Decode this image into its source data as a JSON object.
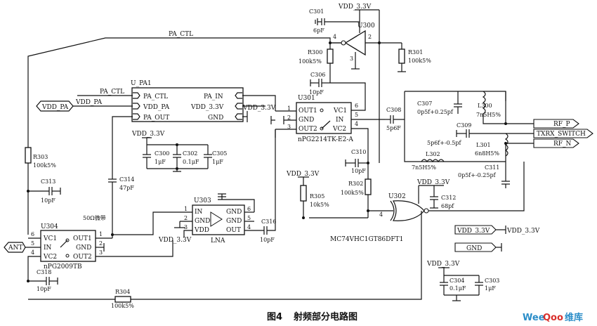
{
  "caption": {
    "figure": "图4",
    "title": "射频部分电路图"
  },
  "watermark": {
    "brand_a": "Wee",
    "brand_b": "Qoo",
    "suffix": "维库"
  },
  "nets": {
    "pa_ctl_top": "PA_CTL",
    "pa_ctl": "PA_CTL",
    "vdd_pa": "VDD_PA",
    "vdd_pa_pin": "VDD_PA",
    "vdd_3v3_a": "VDD_3.3V",
    "vdd_3v3_b": "VDD_3.3V",
    "vdd_3v3_c": "VDD_3.3V",
    "vdd_3v3_d": "VDD_3.3V",
    "vdd_3v3_e": "VDD_3.3V",
    "vdd_3v3_f": "VDD_3.3V",
    "vdd_3v3_g": "VDD_3.3V",
    "vdd_3v3_h": "VDD_3.3V",
    "vdd_3v3_i": "VDD_3.3V",
    "rf_p": "RF_P",
    "txrx_switch": "TXRX_SWITCH",
    "rf_n": "RF_N",
    "ant": "ANT",
    "gnd": "GND",
    "ohm50": "50Ω微带"
  },
  "u_pa": {
    "ref": "U_PA1",
    "pins": {
      "pa_ctl": "PA_CTL",
      "vdd_pa": "VDD_PA",
      "pa_out": "PA_OUT",
      "pa_in": "PA_IN",
      "vdd_3v3": "VDD_3.3V",
      "gnd": "GND"
    }
  },
  "u300": {
    "ref": "U300",
    "pin4": "4",
    "pin2": "2",
    "pin3": "3"
  },
  "u301": {
    "ref": "U301",
    "part": "nPG2214TK-E2-A",
    "pins": {
      "out1": "OUT1",
      "gnd": "GND",
      "out2": "OUT2",
      "vc1": "VC1",
      "in": "IN",
      "vc2": "VC2"
    },
    "nums": {
      "p1": "1",
      "p2": "2",
      "p3": "3",
      "p6": "6",
      "p5": "5",
      "p4": "4"
    }
  },
  "u302": {
    "ref": "U302",
    "part": "MC74VHC1GT86DFT1",
    "pin4": "4"
  },
  "u303": {
    "ref": "U303",
    "part": "LNA",
    "pins": {
      "in": "IN",
      "gnd2": "GND",
      "gnd3": "GND",
      "vdd": "VDD",
      "gnd5": "GND",
      "out": "OUT"
    },
    "nums": {
      "p1": "1",
      "p2": "2",
      "p3": "3",
      "p4": "4",
      "p5": "5",
      "p6": "6"
    }
  },
  "u304": {
    "ref": "U304",
    "part": "nPG2009TB",
    "pins": {
      "vc1": "VC1",
      "in": "IN",
      "vc2": "VC2",
      "out1": "OUT1",
      "gnd": "GND",
      "out2": "OUT2"
    },
    "nums": {
      "p6": "6",
      "p5": "5",
      "p4": "4",
      "p1": "1",
      "p2": "2",
      "p3": "3"
    }
  },
  "passives": {
    "c301": {
      "ref": "C301",
      "value": "6pF"
    },
    "r300": {
      "ref": "R300",
      "value": "100k5%"
    },
    "r301": {
      "ref": "R301",
      "value": "100k5%"
    },
    "c306": {
      "ref": "C306",
      "value": "10pF"
    },
    "c307": {
      "ref": "C307",
      "value": "0p5f+0.25pf"
    },
    "l300": {
      "ref": "L300",
      "value": "7n5H5%"
    },
    "c308": {
      "ref": "C308",
      "value": "5p6F"
    },
    "c309": {
      "ref": "C309",
      "value": "5p6f+-0.5pf"
    },
    "l301": {
      "ref": "L301",
      "value": "6n8H5%"
    },
    "l302": {
      "ref": "L302",
      "value": "7n5H5%"
    },
    "c311": {
      "ref": "C311",
      "value": "0p5f+-0.25pf"
    },
    "c310": {
      "ref": "C310",
      "value": "10pF"
    },
    "r302": {
      "ref": "R302",
      "value": "100k5%"
    },
    "r303": {
      "ref": "R303",
      "value": "100k5%"
    },
    "c313": {
      "ref": "C313",
      "value": "10pF"
    },
    "c314": {
      "ref": "C314",
      "value": "47pF"
    },
    "c300": {
      "ref": "C300",
      "value": "1μF"
    },
    "c302": {
      "ref": "C302",
      "value": "0.1μF"
    },
    "c305": {
      "ref": "C305",
      "value": "1μF"
    },
    "r305": {
      "ref": "R305",
      "value": "10k5%"
    },
    "c312": {
      "ref": "C312",
      "value": "68pf"
    },
    "c316": {
      "ref": "C316",
      "value": "10pF"
    },
    "c318": {
      "ref": "C318",
      "value": "10pF"
    },
    "r304": {
      "ref": "R304",
      "value": "100k5%"
    },
    "c304": {
      "ref": "C304",
      "value": "0.1μF"
    },
    "c303": {
      "ref": "C303",
      "value": "1μF"
    }
  }
}
